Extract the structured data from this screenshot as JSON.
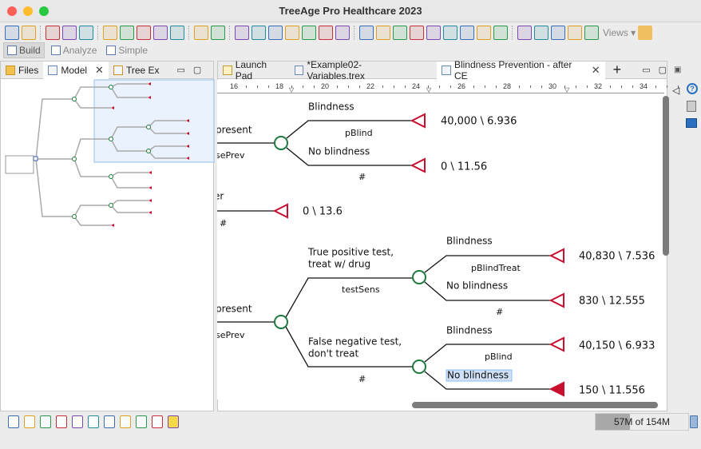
{
  "window": {
    "title": "TreeAge Pro Healthcare 2023"
  },
  "toolbar": {
    "icons": [
      "undo-icon",
      "redo-icon",
      "|",
      "home-icon",
      "back-arrow-icon",
      "forward-arrow-icon",
      "|",
      "tree-layout-icon",
      "add-node-icon",
      "node-group-icon",
      "check-icon",
      "save-icon",
      "|",
      "settings-icon",
      "gear-icon",
      "|",
      "undo-node-icon",
      "add-branch-icon",
      "insert-node-icon",
      "markov-icon",
      "percent-icon",
      "hash-icon",
      "collapse-icon",
      "|",
      "variable-add-icon",
      "table-add-icon",
      "table-icon",
      "variable-list-icon",
      "variable-def-icon",
      "distribution-icon",
      "monitor-icon",
      "dist-d-icon",
      "clock-icon",
      "|",
      "color-ball-icon",
      "search-icon",
      "excel-icon",
      "key-icon",
      "help-icon"
    ],
    "views_label": "Views",
    "wand_icon": "wand-icon"
  },
  "perspectives": [
    {
      "label": "Build",
      "selected": true
    },
    {
      "label": "Analyze"
    },
    {
      "label": "Simple"
    }
  ],
  "left_panel": {
    "tabs": [
      {
        "label": "Files"
      },
      {
        "label": "Model",
        "active": true
      },
      {
        "label": "Tree Ex"
      }
    ]
  },
  "editor": {
    "tabs": [
      {
        "label": "Launch Pad"
      },
      {
        "label": "*Example02-Variables.trex"
      },
      {
        "label": "Blindness Prevention - after CE",
        "active": true
      }
    ],
    "add_tab": "+"
  },
  "ruler": {
    "ticks": [
      "16",
      "18",
      "20",
      "22",
      "24",
      "26",
      "28",
      "30",
      "32",
      "34"
    ]
  },
  "tree": {
    "b1_in_top": "present",
    "b1_in_bot": "sePrev",
    "b1_up": "Blindness",
    "b1_up_prob": "pBlind",
    "b1_up_pay": "40,000 \\ 6.936",
    "b1_dn": "No blindness",
    "b1_dn_prob": "#",
    "b1_dn_pay": "0 \\ 11.56",
    "b2_in_top": "er",
    "b2_in_bot": "#",
    "b2_pay": "0 \\ 13.6",
    "b3_in_top": "present",
    "b3_in_bot": "sePrev",
    "b3_up_1": "True positive test,",
    "b3_up_2": "treat w/ drug",
    "b3_up_prob": "testSens",
    "b3_dn_1": "False negative test,",
    "b3_dn_2": "don't treat",
    "b3_dn_prob": "#",
    "b4_up": "Blindness",
    "b4_up_prob": "pBlindTreat",
    "b4_up_pay": "40,830 \\ 7.536",
    "b4_dn": "No blindness",
    "b4_dn_prob": "#",
    "b4_dn_pay": "830 \\ 12.555",
    "b5_up": "Blindness",
    "b5_up_prob": "pBlind",
    "b5_up_pay": "40,150 \\ 6.933",
    "b5_dn": "No blindness",
    "b5_dn_pay": "150 \\ 11.556"
  },
  "colors": {
    "chance_node": "#1e7a3c",
    "terminal_node": "#c8102e",
    "selection": "#cfe0f7"
  },
  "status": {
    "icons": [
      "restore-icon",
      "variable-icon",
      "tornado-icon",
      "distribution-icon",
      "table-icon",
      "variable-def-icon",
      "markov-icon",
      "dist-d-icon",
      "clock-icon",
      "cc-icon",
      "comment-icon"
    ],
    "memory": "57M of 154M",
    "memory_used_fraction": 0.37
  }
}
